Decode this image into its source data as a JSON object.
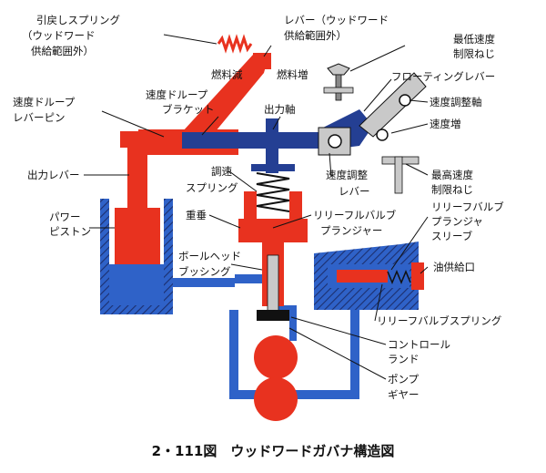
{
  "colors": {
    "oil_blue": "#2f62c8",
    "part_red": "#e8321f",
    "lever_navy": "#243f93",
    "hatch": "#1c2f6e",
    "steel_gray": "#c9c9c9"
  },
  "labels": {
    "return_spring_1": "引戻しスプリング",
    "return_spring_2": "（ウッドワード",
    "return_spring_3": "供給範囲外）",
    "lever_1": "レバー（ウッドワード",
    "lever_2": "供給範囲外）",
    "min_speed_1": "最低速度",
    "min_speed_2": "制限ねじ",
    "fuel_dec": "燃料減",
    "fuel_inc": "燃料増",
    "floating_lever": "フローティングレバー",
    "speed_droop_lever_pin_1": "速度ドループ",
    "speed_droop_lever_pin_2": "レバーピン",
    "speed_droop_bracket_1": "速度ドループ",
    "speed_droop_bracket_2": "ブラケット",
    "output_shaft": "出力軸",
    "speed_adjust_shaft": "速度調整軸",
    "speed_increase": "速度増",
    "output_lever": "出力レバー",
    "speeder_spring_1": "調速",
    "speeder_spring_2": "スプリング",
    "speed_adjust_lever_1": "速度調整",
    "speed_adjust_lever_2": "レバー",
    "max_speed_1": "最高速度",
    "max_speed_2": "制限ねじ",
    "power_piston_1": "パワー",
    "power_piston_2": "ピストン",
    "flyweight": "重垂",
    "relief_plunger_1": "リリーフルバルブ",
    "relief_plunger_2": "プランジャー",
    "relief_sleeve_1": "リリーフバルブ",
    "relief_sleeve_2": "プランジャ",
    "relief_sleeve_3": "スリーブ",
    "ball_head_1": "ボールヘッド",
    "ball_head_2": "ブッシング",
    "oil_inlet": "油供給口",
    "relief_spring": "リリーフバルブスプリング",
    "control_land_1": "コントロール",
    "control_land_2": "ランド",
    "pump_gear_1": "ポンプ",
    "pump_gear_2": "ギヤー"
  },
  "caption": "2・111図　ウッドワードガバナ構造図"
}
